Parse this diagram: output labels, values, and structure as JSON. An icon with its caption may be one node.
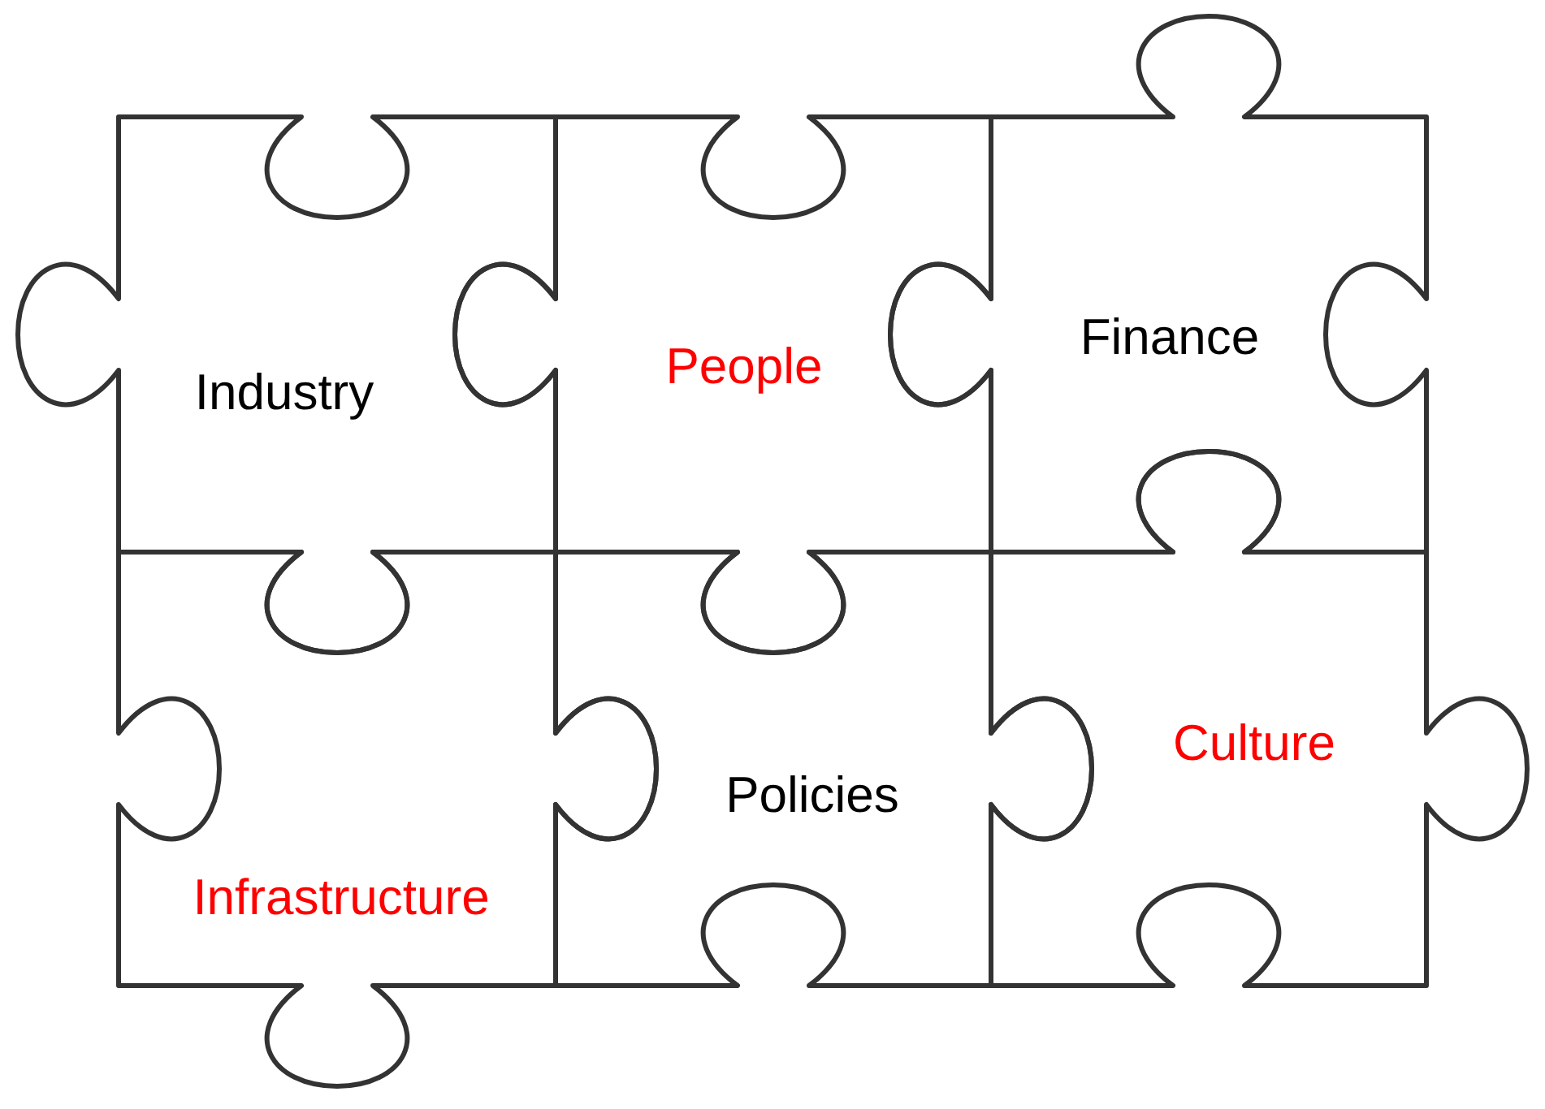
{
  "diagram": {
    "nodes": [
      {
        "text": [
          "Industry"
        ]
      },
      {
        "text": [
          "People"
        ]
      },
      {
        "text": [
          "Finance"
        ]
      },
      {
        "text": [
          "Infrastructure"
        ]
      },
      {
        "text": [
          "Policies"
        ]
      },
      {
        "text": [
          "Culture"
        ]
      }
    ]
  }
}
